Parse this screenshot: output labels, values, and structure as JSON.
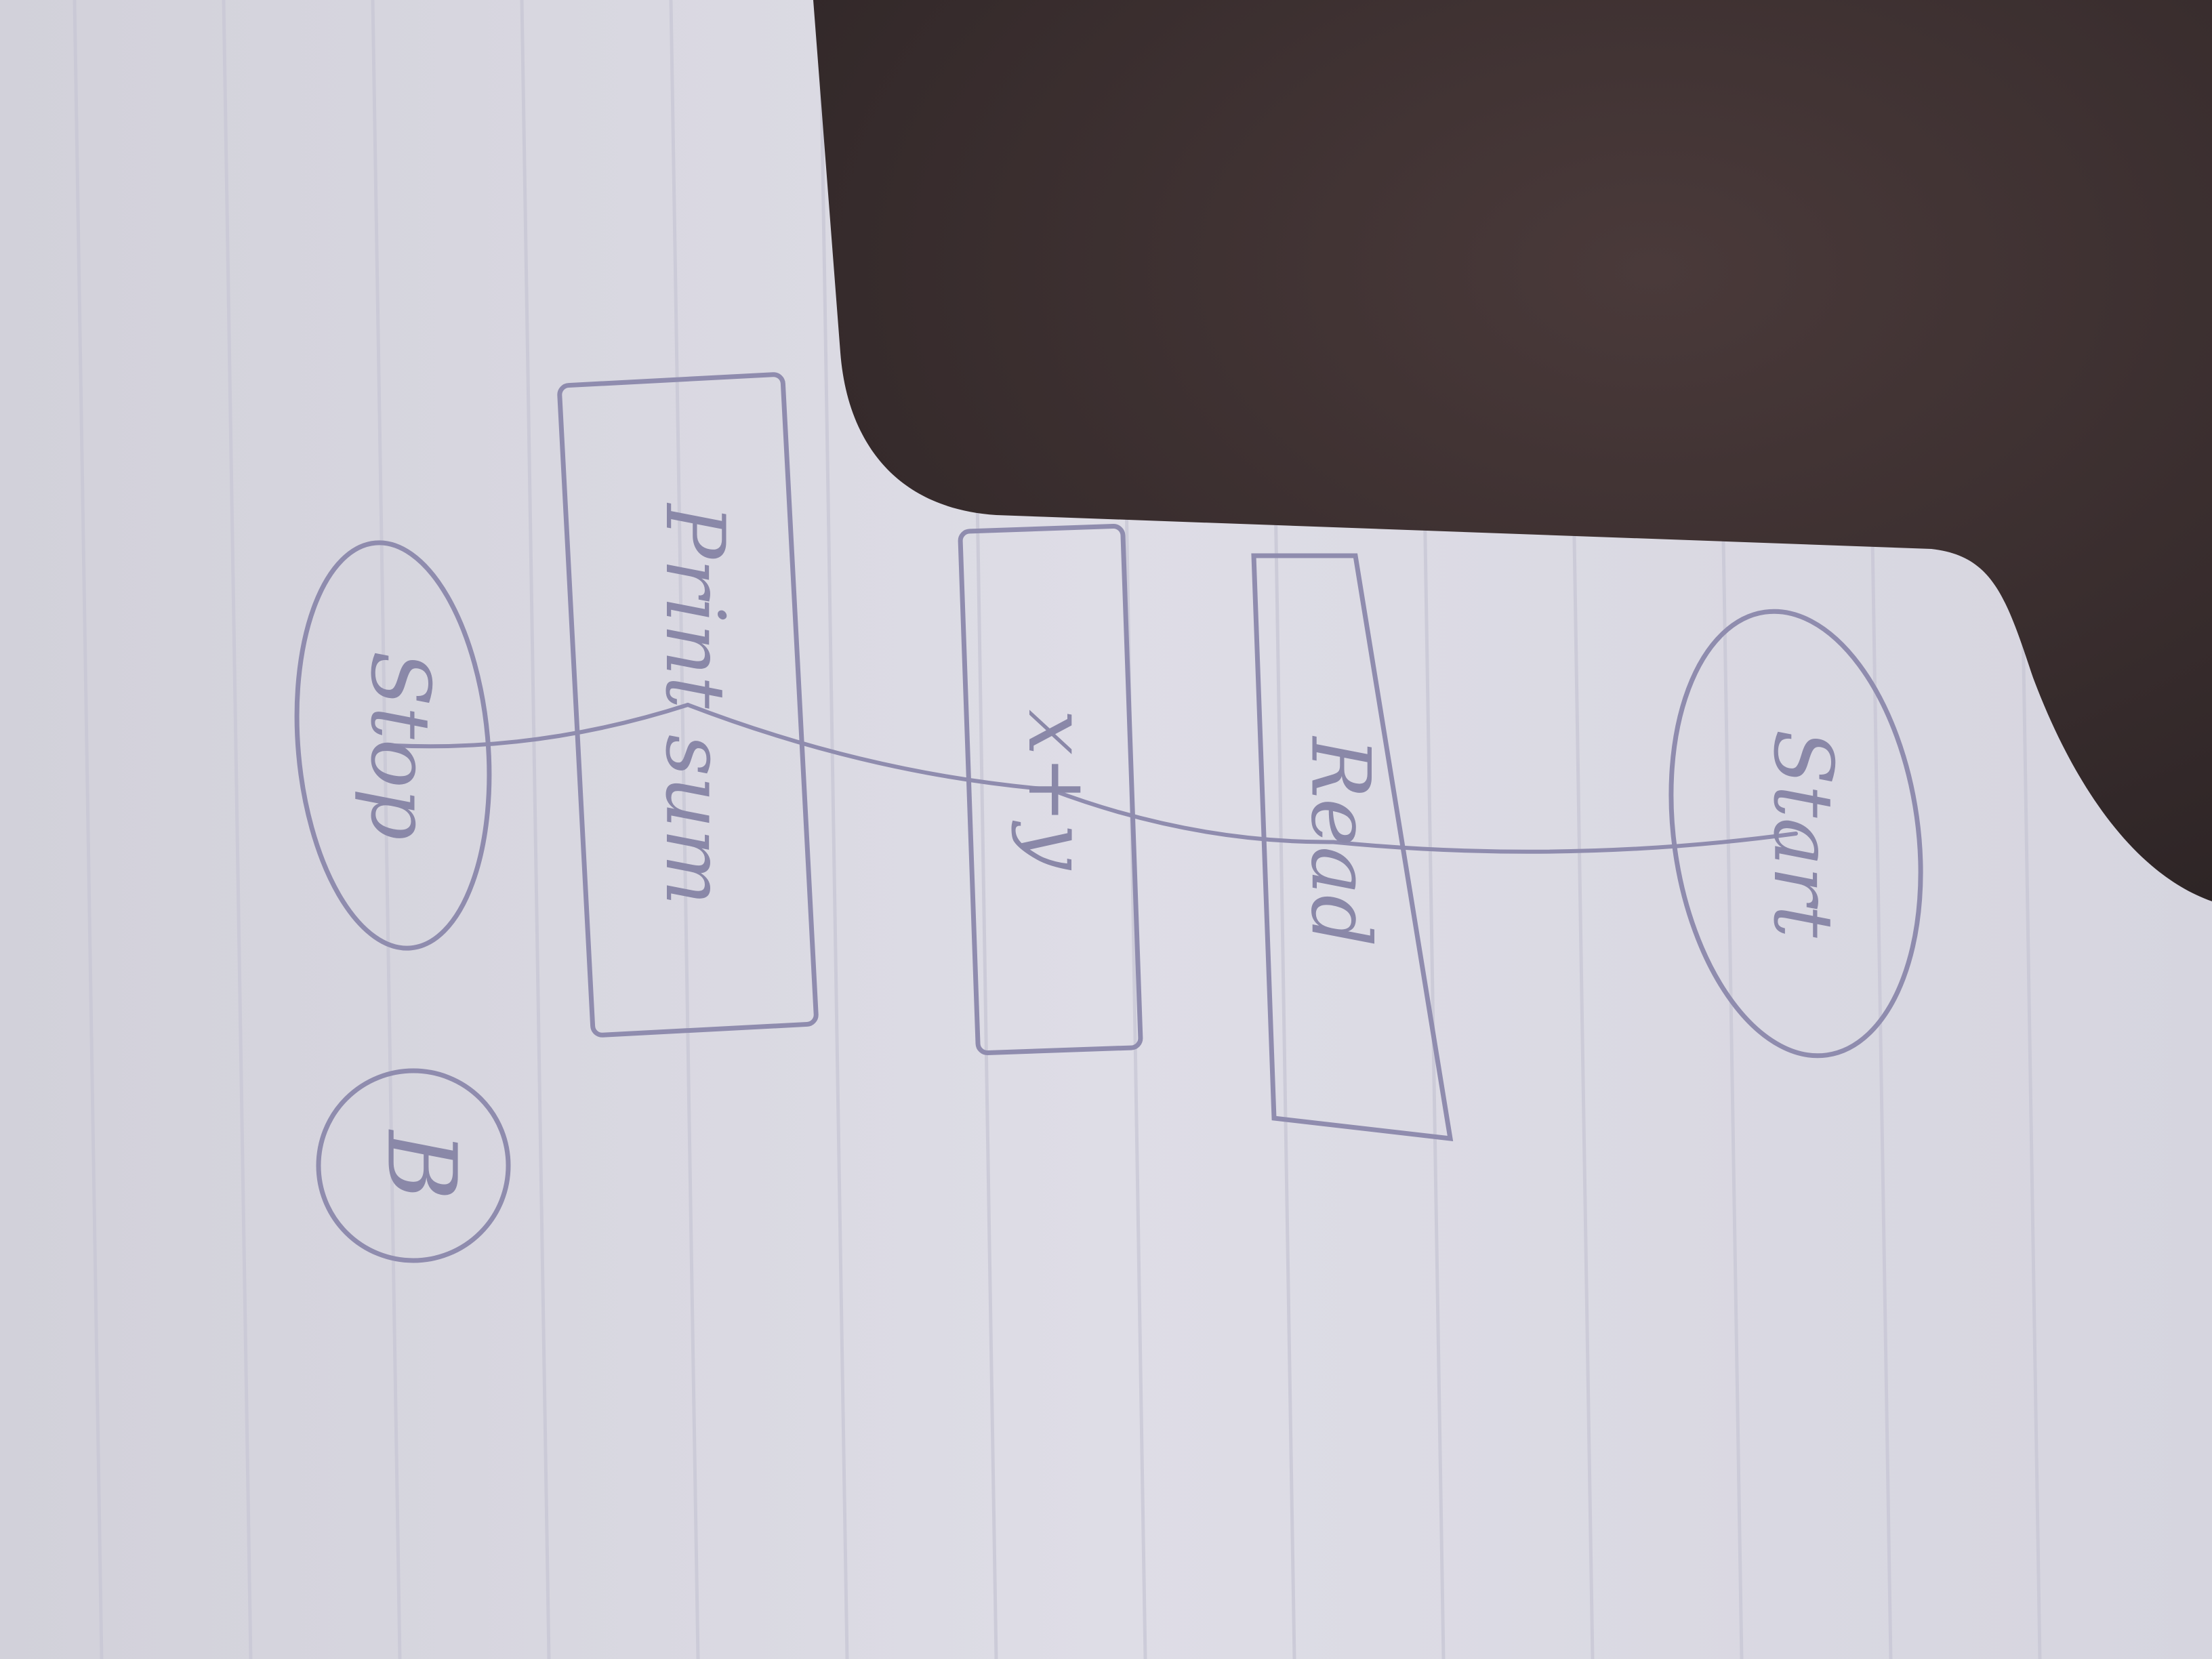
{
  "diagram": {
    "kind": "hand-drawn flowchart on lined notebook paper, photographed rotated 90 degrees",
    "nodes": [
      {
        "id": "start",
        "shape": "oval",
        "label": "Start"
      },
      {
        "id": "input",
        "shape": "parallelogram",
        "label": "Read"
      },
      {
        "id": "process1",
        "shape": "rectangle",
        "label": "x+y"
      },
      {
        "id": "process2",
        "shape": "rectangle",
        "label": "Print sum"
      },
      {
        "id": "end",
        "shape": "oval",
        "label": "Stop"
      },
      {
        "id": "connector",
        "shape": "circle",
        "label": "B"
      }
    ],
    "edges": [
      {
        "from": "start",
        "to": "input"
      },
      {
        "from": "input",
        "to": "process1"
      },
      {
        "from": "process1",
        "to": "process2"
      },
      {
        "from": "process2",
        "to": "end"
      }
    ]
  },
  "colors": {
    "paper": "#dcdbe4",
    "paper_shade": "#c8c7d2",
    "rule_line": "#c9c8d6",
    "pencil": "#8f8cae",
    "object_dark": "#3a2e2f",
    "object_edge": "#4a3b3c"
  }
}
